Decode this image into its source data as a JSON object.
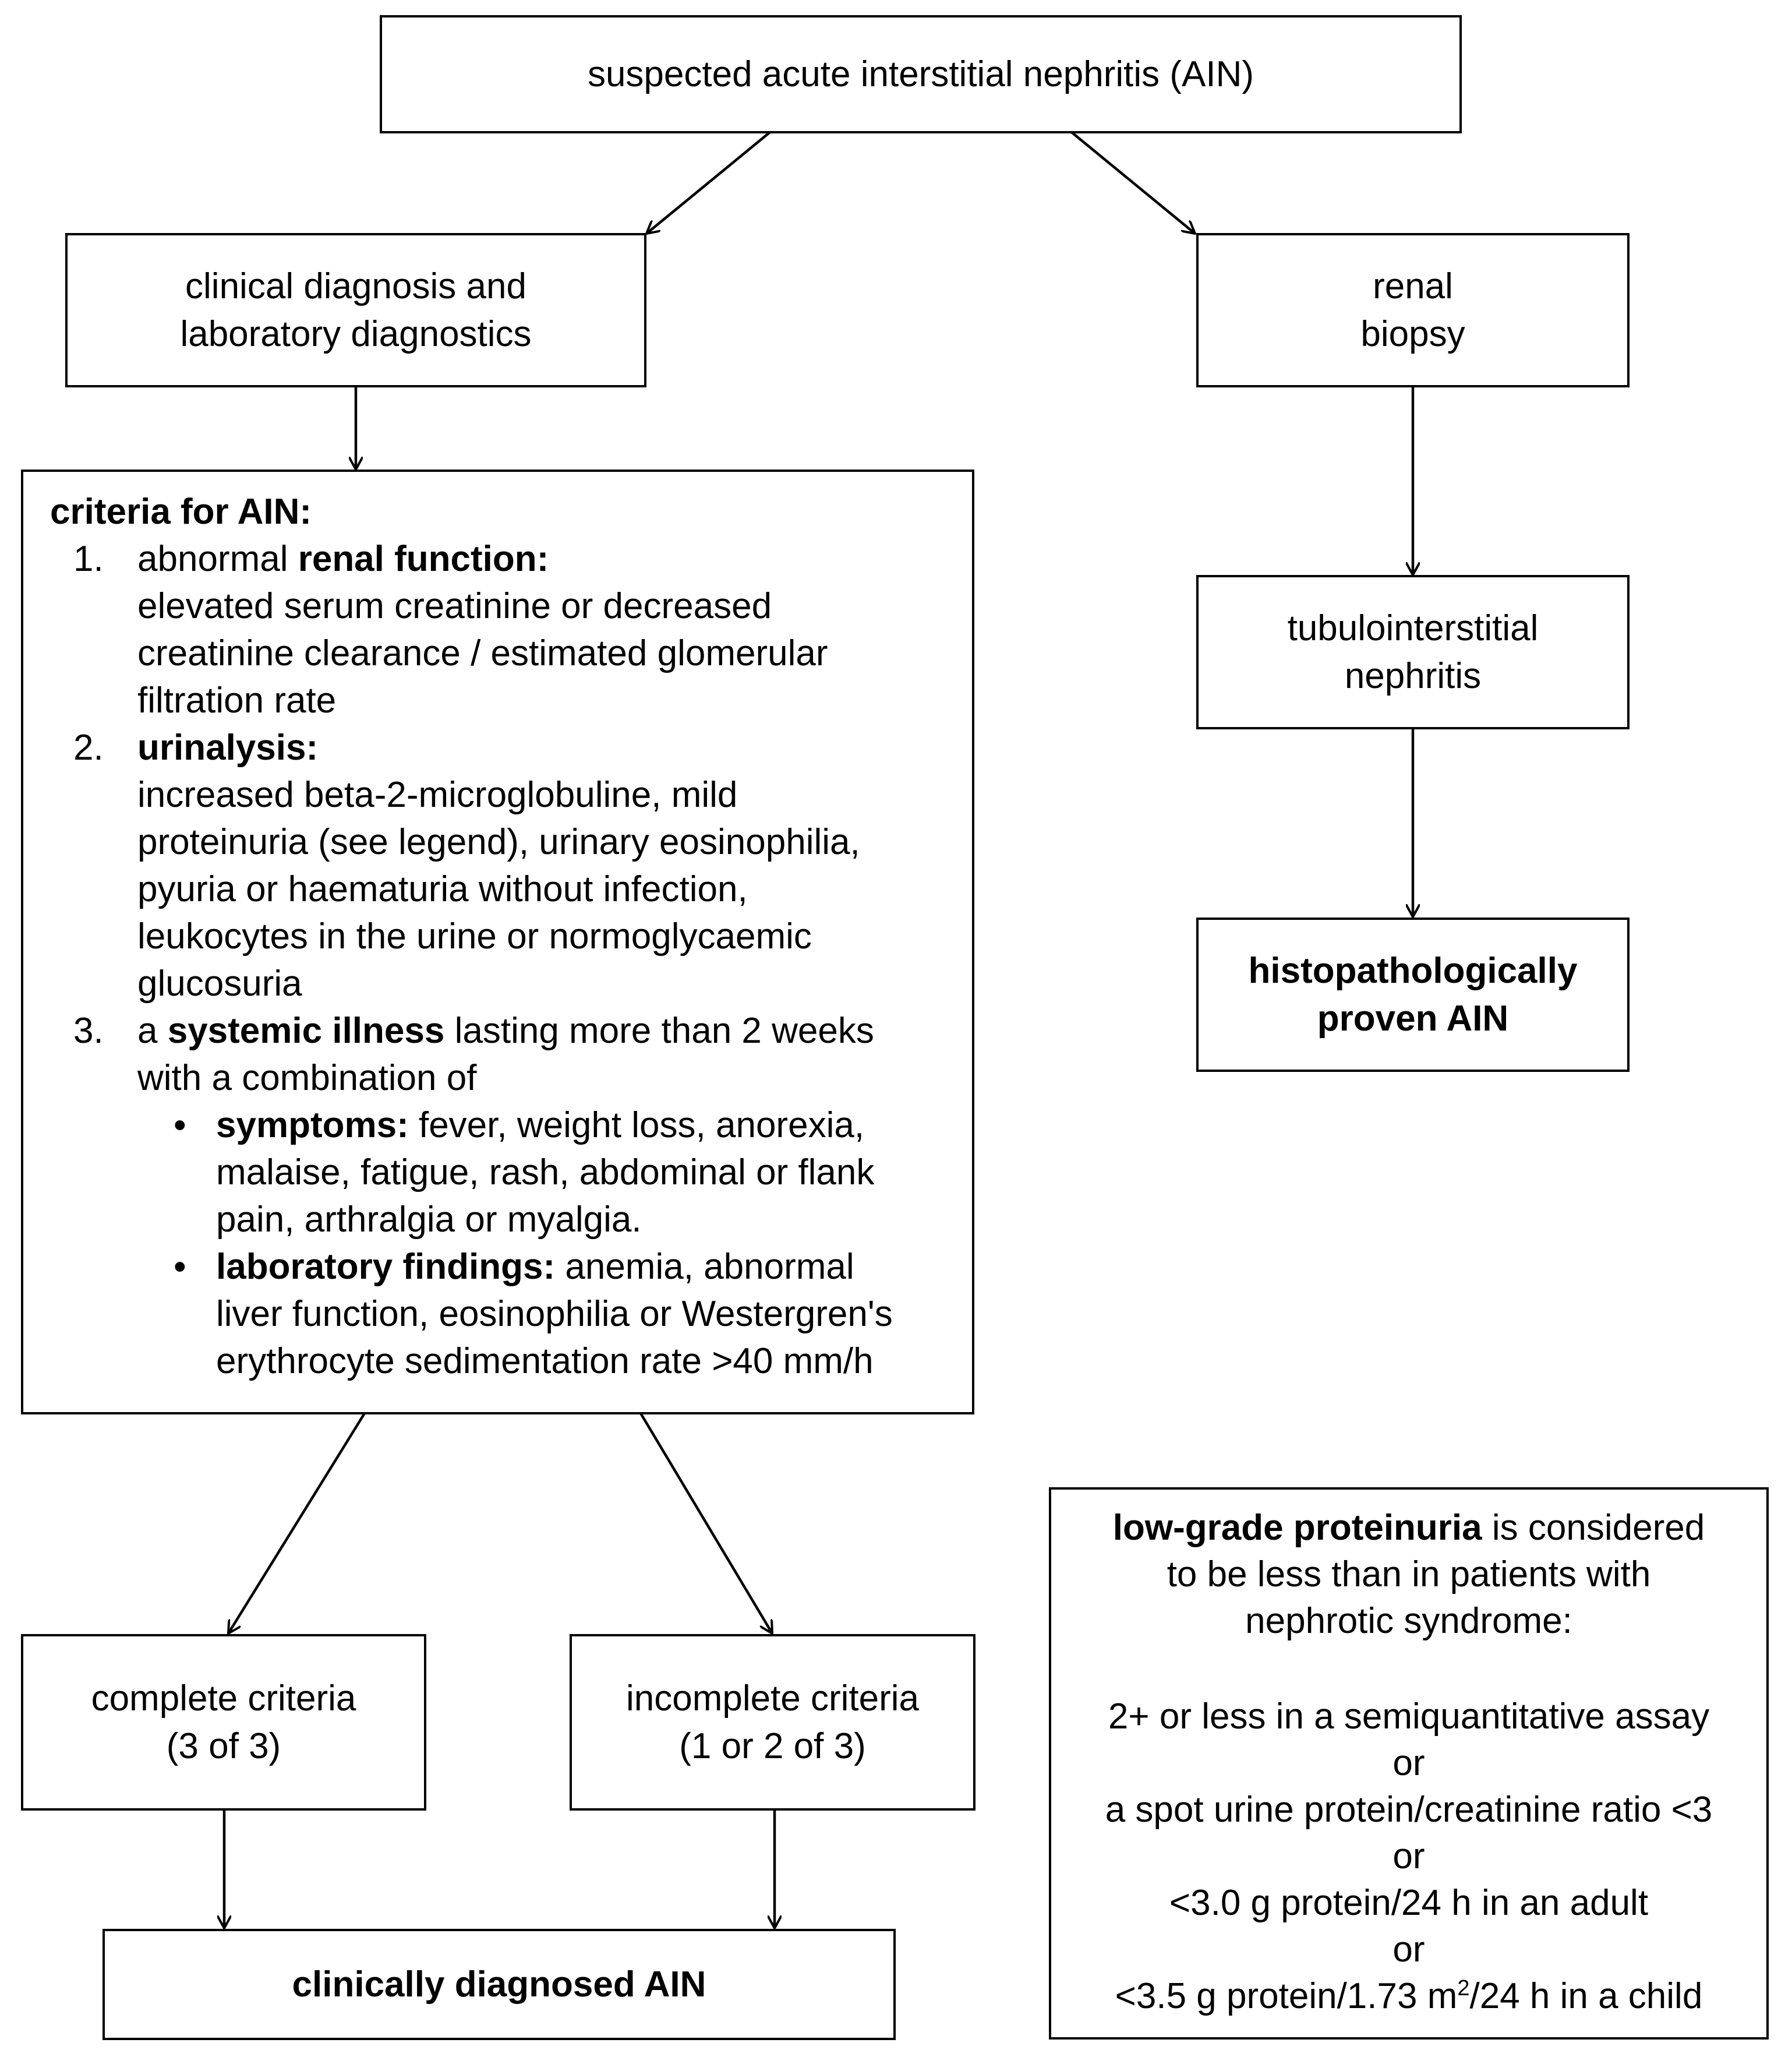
{
  "nodes": {
    "top": {
      "lines": [
        "suspected acute interstitial nephritis (AIN)"
      ]
    },
    "clinical": {
      "lines": [
        "clinical diagnosis and",
        "laboratory diagnostics"
      ]
    },
    "biopsy": {
      "lines": [
        "renal",
        "biopsy"
      ]
    },
    "tubulo": {
      "lines": [
        "tubulointerstitial",
        "nephritis"
      ]
    },
    "histo": {
      "lines": [
        "histopathologically",
        "proven AIN"
      ]
    },
    "complete": {
      "lines": [
        "complete criteria",
        "(3 of 3)"
      ]
    },
    "incomplete": {
      "lines": [
        "incomplete criteria",
        "(1 or 2 of 3)"
      ]
    },
    "clinical_ain": {
      "lines": [
        "clinically diagnosed AIN"
      ]
    }
  },
  "criteria": {
    "heading": "criteria for AIN:",
    "items": [
      {
        "number": "1.",
        "pre": "abnormal ",
        "bold": "renal function:",
        "post": "",
        "lines": [
          "elevated serum creatinine or decreased",
          "creatinine clearance / estimated glomerular",
          "filtration rate"
        ]
      },
      {
        "number": "2.",
        "pre": "",
        "bold": "urinalysis:",
        "post": "",
        "lines": [
          "increased beta-2-microglobuline, mild",
          "proteinuria (see legend), urinary eosinophilia,",
          "pyuria or haematuria without infection,",
          "leukocytes in the urine or normoglycaemic",
          "glucosuria"
        ]
      },
      {
        "number": "3.",
        "pre": "a ",
        "bold": "systemic illness",
        "post": " lasting more than 2 weeks",
        "lines": [
          "with a combination of"
        ]
      }
    ],
    "bullets": [
      {
        "symbol": "•",
        "bold": "symptoms:",
        "first_rest": " fever, weight loss, anorexia,",
        "lines": [
          "malaise, fatigue, rash, abdominal or flank",
          "pain, arthralgia or myalgia."
        ]
      },
      {
        "symbol": "•",
        "bold": "laboratory findings:",
        "first_rest": " anemia, abnormal",
        "lines": [
          "liver function, eosinophilia or Westergren's",
          "erythrocyte sedimentation rate >40 mm/h"
        ]
      }
    ]
  },
  "legend": {
    "bold": "low-grade proteinuria",
    "first_rest": " is considered",
    "intro_lines": [
      "to be less than in patients with",
      "nephrotic syndrome:"
    ],
    "items": [
      "2+ or less in a semiquantitative assay",
      "or",
      "a spot urine protein/creatinine ratio <3",
      "or",
      "<3.0 g protein/24 h in an adult",
      "or"
    ],
    "last_pre": "<3.5 g protein/1.73 m",
    "last_sup": "2",
    "last_post": "/24 h in a child"
  }
}
